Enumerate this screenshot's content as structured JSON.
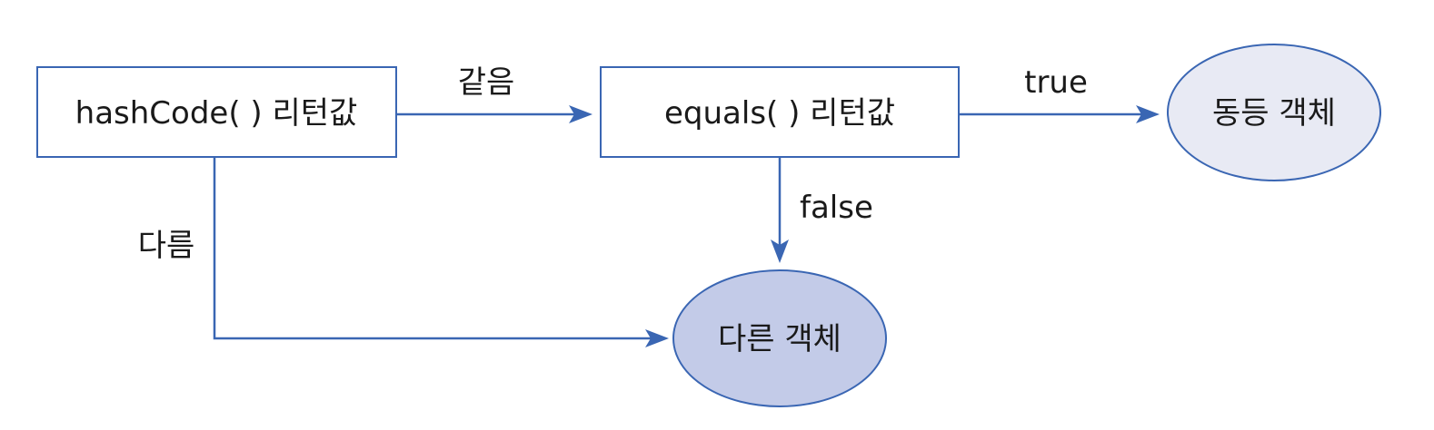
{
  "colors": {
    "stroke": "#3a66b3",
    "equal_object_fill": "#e8eaf4",
    "different_object_fill": "#c3cbe8",
    "text": "#1a1a1a"
  },
  "nodes": {
    "hashcode_box": "hashCode( ) 리턴값",
    "equals_box": "equals( ) 리턴값",
    "equal_object": "동등 객체",
    "different_object": "다른 객체"
  },
  "edges": {
    "same_label": "같음",
    "true_label": "true",
    "false_label": "false",
    "different_label": "다름"
  }
}
